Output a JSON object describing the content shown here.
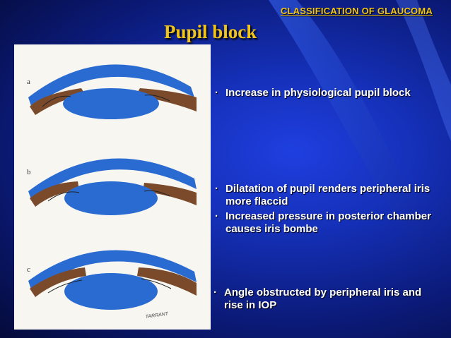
{
  "slide": {
    "header": "CLASSIFICATION OF GLAUCOMA",
    "title": "Pupil block"
  },
  "figure": {
    "panel_labels": [
      "a",
      "b",
      "c"
    ],
    "signature": "TARRANT"
  },
  "bullets": [
    {
      "marker": "·",
      "text": "Increase in physiological pupil block"
    },
    {
      "marker": "·",
      "text": "Dilatation of pupil renders peripheral iris more flaccid"
    },
    {
      "marker": "·",
      "text": "Increased pressure in posterior chamber causes iris bombe"
    },
    {
      "marker": "·",
      "text": "Angle obstructed by peripheral iris and rise in IOP"
    }
  ],
  "colors": {
    "background": "#1530b8",
    "title": "#f0c419",
    "cornea": "#2a6bd1",
    "iris": "#7a4a2a"
  }
}
